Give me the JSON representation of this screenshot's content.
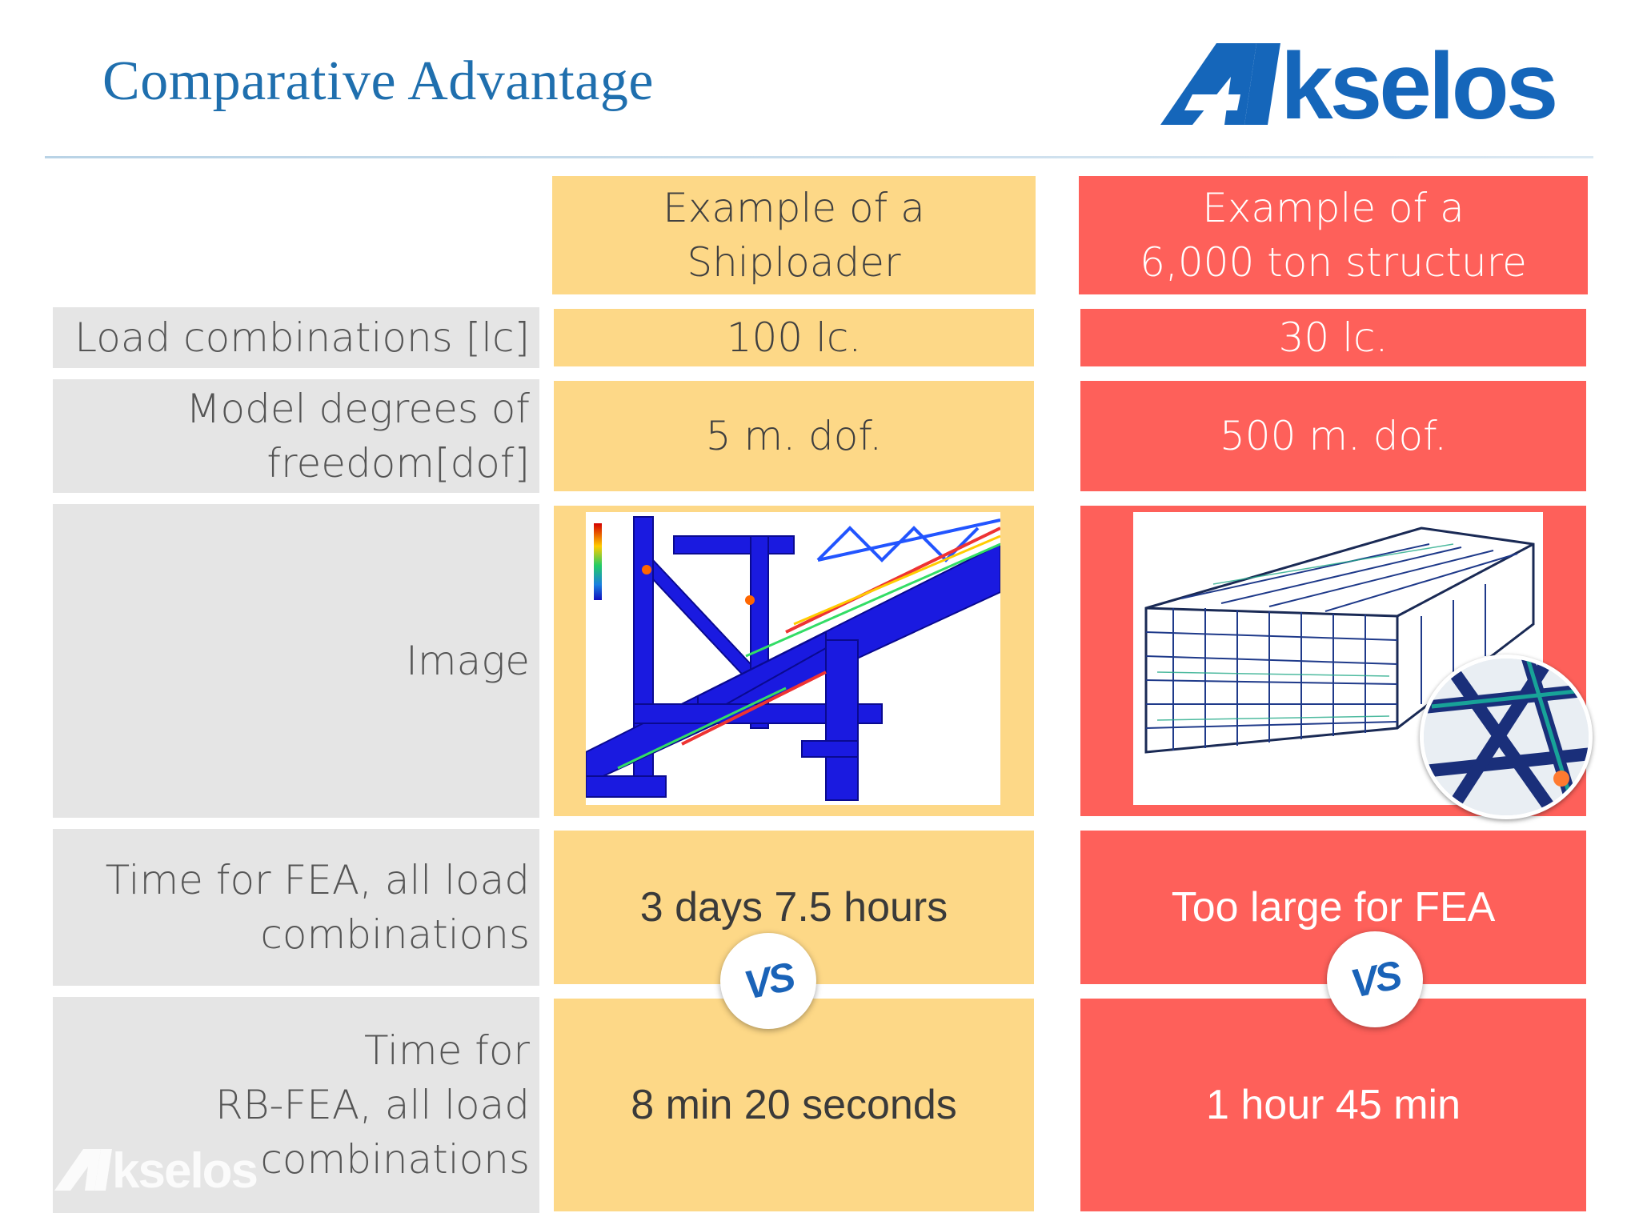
{
  "title": "Comparative Advantage",
  "logo_text": "Akselos",
  "columns": {
    "shiploader": "Example of a\nShiploader",
    "structure": "Example of a\n6,000 ton structure"
  },
  "rows": {
    "load": {
      "label": "Load combinations [lc]",
      "shiploader": "100 lc.",
      "structure": "30 lc."
    },
    "dof": {
      "label": "Model degrees of\nfreedom[dof]",
      "shiploader": "5 m. dof.",
      "structure": "500 m. dof."
    },
    "image": {
      "label": "Image"
    },
    "fea": {
      "label": "Time for FEA, all load\ncombinations",
      "shiploader": "3 days 7.5 hours",
      "structure": "Too large for FEA"
    },
    "rbfea": {
      "label": "Time for\nRB-FEA, all load\ncombinations",
      "shiploader": "8 min 20 seconds",
      "structure": "1 hour 45 min"
    }
  },
  "vs_label": "VS",
  "colors": {
    "title": "#1f6fae",
    "yellow": "#fdd887",
    "red": "#fe605a",
    "label_bg": "#e5e5e5",
    "logo": "#1566ba"
  }
}
